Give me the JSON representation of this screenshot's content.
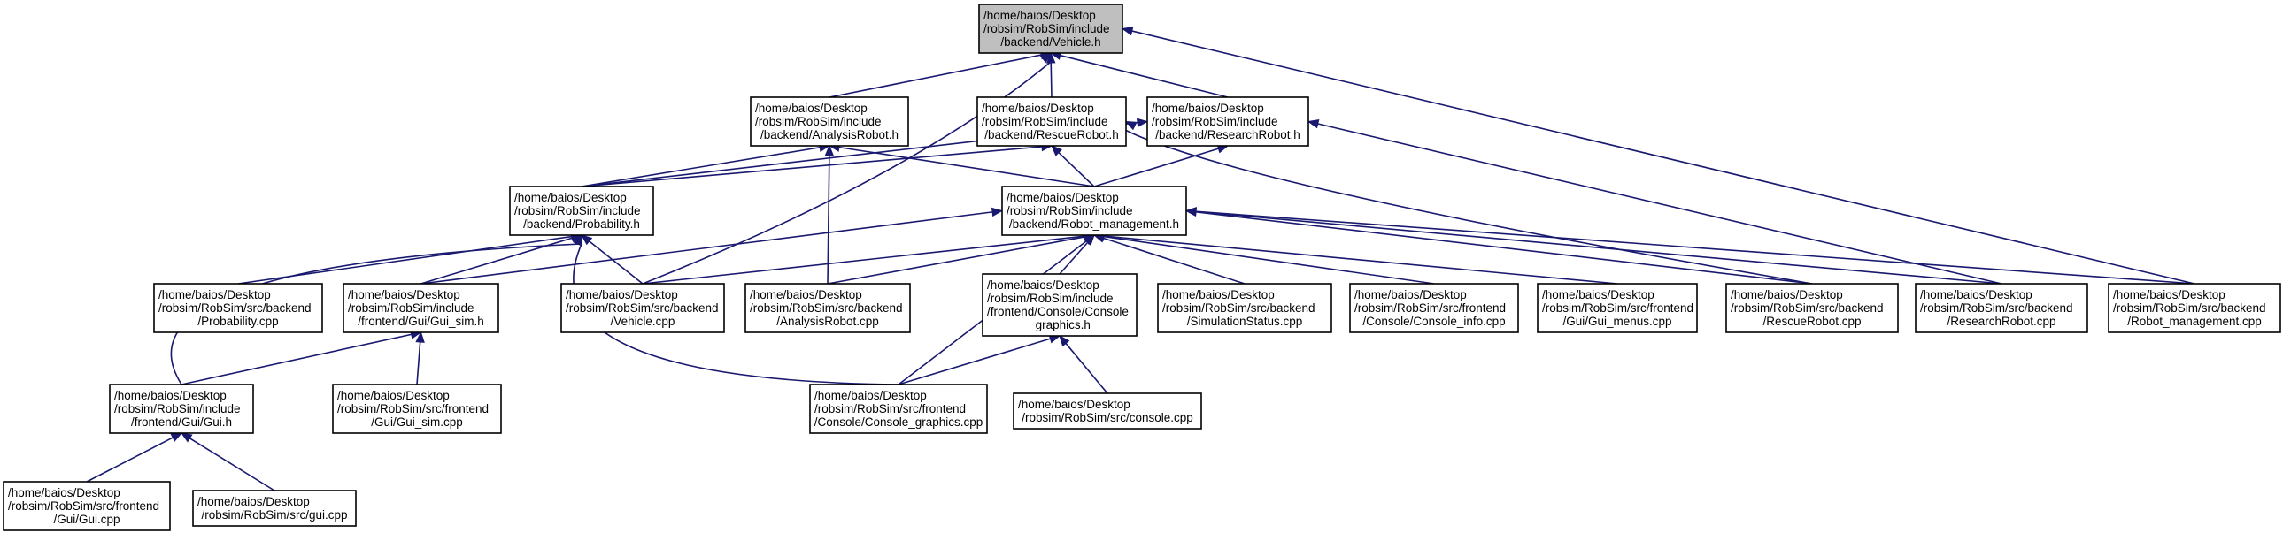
{
  "nodes": [
    {
      "id": "vehicle_h",
      "lines": [
        "/home/baios/Desktop",
        "/robsim/RobSim/include",
        "/backend/Vehicle.h"
      ],
      "root": true
    },
    {
      "id": "analysisrobot_h",
      "lines": [
        "/home/baios/Desktop",
        "/robsim/RobSim/include",
        "/backend/AnalysisRobot.h"
      ]
    },
    {
      "id": "rescuerobot_h",
      "lines": [
        "/home/baios/Desktop",
        "/robsim/RobSim/include",
        "/backend/RescueRobot.h"
      ]
    },
    {
      "id": "researchrobot_h",
      "lines": [
        "/home/baios/Desktop",
        "/robsim/RobSim/include",
        "/backend/ResearchRobot.h"
      ]
    },
    {
      "id": "probability_h",
      "lines": [
        "/home/baios/Desktop",
        "/robsim/RobSim/include",
        "/backend/Probability.h"
      ]
    },
    {
      "id": "robot_management_h",
      "lines": [
        "/home/baios/Desktop",
        "/robsim/RobSim/include",
        "/backend/Robot_management.h"
      ]
    },
    {
      "id": "probability_cpp",
      "lines": [
        "/home/baios/Desktop",
        "/robsim/RobSim/src/backend",
        "/Probability.cpp"
      ]
    },
    {
      "id": "gui_sim_h",
      "lines": [
        "/home/baios/Desktop",
        "/robsim/RobSim/include",
        "/frontend/Gui/Gui_sim.h"
      ]
    },
    {
      "id": "vehicle_cpp",
      "lines": [
        "/home/baios/Desktop",
        "/robsim/RobSim/src/backend",
        "/Vehicle.cpp"
      ]
    },
    {
      "id": "analysisrobot_cpp",
      "lines": [
        "/home/baios/Desktop",
        "/robsim/RobSim/src/backend",
        "/AnalysisRobot.cpp"
      ]
    },
    {
      "id": "console_graphics_h",
      "lines": [
        "/home/baios/Desktop",
        "/robsim/RobSim/include",
        "/frontend/Console/Console",
        "_graphics.h"
      ]
    },
    {
      "id": "simulationstatus_cpp",
      "lines": [
        "/home/baios/Desktop",
        "/robsim/RobSim/src/backend",
        "/SimulationStatus.cpp"
      ]
    },
    {
      "id": "console_info_cpp",
      "lines": [
        "/home/baios/Desktop",
        "/robsim/RobSim/src/frontend",
        "/Console/Console_info.cpp"
      ]
    },
    {
      "id": "gui_menus_cpp",
      "lines": [
        "/home/baios/Desktop",
        "/robsim/RobSim/src/frontend",
        "/Gui/Gui_menus.cpp"
      ]
    },
    {
      "id": "rescuerobot_cpp",
      "lines": [
        "/home/baios/Desktop",
        "/robsim/RobSim/src/backend",
        "/RescueRobot.cpp"
      ]
    },
    {
      "id": "researchrobot_cpp",
      "lines": [
        "/home/baios/Desktop",
        "/robsim/RobSim/src/backend",
        "/ResearchRobot.cpp"
      ]
    },
    {
      "id": "robot_management_cpp",
      "lines": [
        "/home/baios/Desktop",
        "/robsim/RobSim/src/backend",
        "/Robot_management.cpp"
      ]
    },
    {
      "id": "gui_h",
      "lines": [
        "/home/baios/Desktop",
        "/robsim/RobSim/include",
        "/frontend/Gui/Gui.h"
      ]
    },
    {
      "id": "gui_sim_cpp",
      "lines": [
        "/home/baios/Desktop",
        "/robsim/RobSim/src/frontend",
        "/Gui/Gui_sim.cpp"
      ]
    },
    {
      "id": "console_graphics_cpp",
      "lines": [
        "/home/baios/Desktop",
        "/robsim/RobSim/src/frontend",
        "/Console/Console_graphics.cpp"
      ]
    },
    {
      "id": "console_cpp",
      "lines": [
        "/home/baios/Desktop",
        "/robsim/RobSim/src/console.cpp"
      ]
    },
    {
      "id": "gui_cpp_frontend",
      "lines": [
        "/home/baios/Desktop",
        "/robsim/RobSim/src/frontend",
        "/Gui/Gui.cpp"
      ]
    },
    {
      "id": "gui_cpp",
      "lines": [
        "/home/baios/Desktop",
        "/robsim/RobSim/src/gui.cpp"
      ]
    }
  ],
  "edges": [
    {
      "from": "analysisrobot_h",
      "to": "vehicle_h"
    },
    {
      "from": "rescuerobot_h",
      "to": "vehicle_h"
    },
    {
      "from": "researchrobot_h",
      "to": "vehicle_h"
    },
    {
      "from": "vehicle_cpp",
      "to": "vehicle_h"
    },
    {
      "from": "robot_management_cpp",
      "to": "vehicle_h"
    },
    {
      "from": "probability_h",
      "to": "analysisrobot_h"
    },
    {
      "from": "robot_management_h",
      "to": "analysisrobot_h"
    },
    {
      "from": "analysisrobot_cpp",
      "to": "analysisrobot_h"
    },
    {
      "from": "probability_h",
      "to": "rescuerobot_h"
    },
    {
      "from": "robot_management_h",
      "to": "rescuerobot_h"
    },
    {
      "from": "rescuerobot_cpp",
      "to": "rescuerobot_h"
    },
    {
      "from": "probability_h",
      "to": "researchrobot_h"
    },
    {
      "from": "robot_management_h",
      "to": "researchrobot_h"
    },
    {
      "from": "researchrobot_cpp",
      "to": "researchrobot_h"
    },
    {
      "from": "probability_cpp",
      "to": "probability_h"
    },
    {
      "from": "gui_sim_h",
      "to": "probability_h"
    },
    {
      "from": "vehicle_cpp",
      "to": "probability_h"
    },
    {
      "from": "gui_h",
      "to": "probability_h"
    },
    {
      "from": "console_graphics_cpp",
      "to": "probability_h"
    },
    {
      "from": "gui_sim_h",
      "to": "robot_management_h"
    },
    {
      "from": "vehicle_cpp",
      "to": "robot_management_h"
    },
    {
      "from": "analysisrobot_cpp",
      "to": "robot_management_h"
    },
    {
      "from": "console_graphics_h",
      "to": "robot_management_h"
    },
    {
      "from": "console_graphics_cpp",
      "to": "robot_management_h"
    },
    {
      "from": "simulationstatus_cpp",
      "to": "robot_management_h"
    },
    {
      "from": "console_info_cpp",
      "to": "robot_management_h"
    },
    {
      "from": "gui_menus_cpp",
      "to": "robot_management_h"
    },
    {
      "from": "rescuerobot_cpp",
      "to": "robot_management_h"
    },
    {
      "from": "researchrobot_cpp",
      "to": "robot_management_h"
    },
    {
      "from": "robot_management_cpp",
      "to": "robot_management_h"
    },
    {
      "from": "gui_h",
      "to": "gui_sim_h"
    },
    {
      "from": "gui_sim_cpp",
      "to": "gui_sim_h"
    },
    {
      "from": "console_graphics_cpp",
      "to": "console_graphics_h"
    },
    {
      "from": "console_cpp",
      "to": "console_graphics_h"
    },
    {
      "from": "gui_cpp_frontend",
      "to": "gui_h"
    },
    {
      "from": "gui_cpp",
      "to": "gui_h"
    }
  ],
  "colors": {
    "edge": "#191970",
    "node_border": "#000000",
    "root_fill": "#bfbfbf",
    "node_fill": "#ffffff"
  }
}
